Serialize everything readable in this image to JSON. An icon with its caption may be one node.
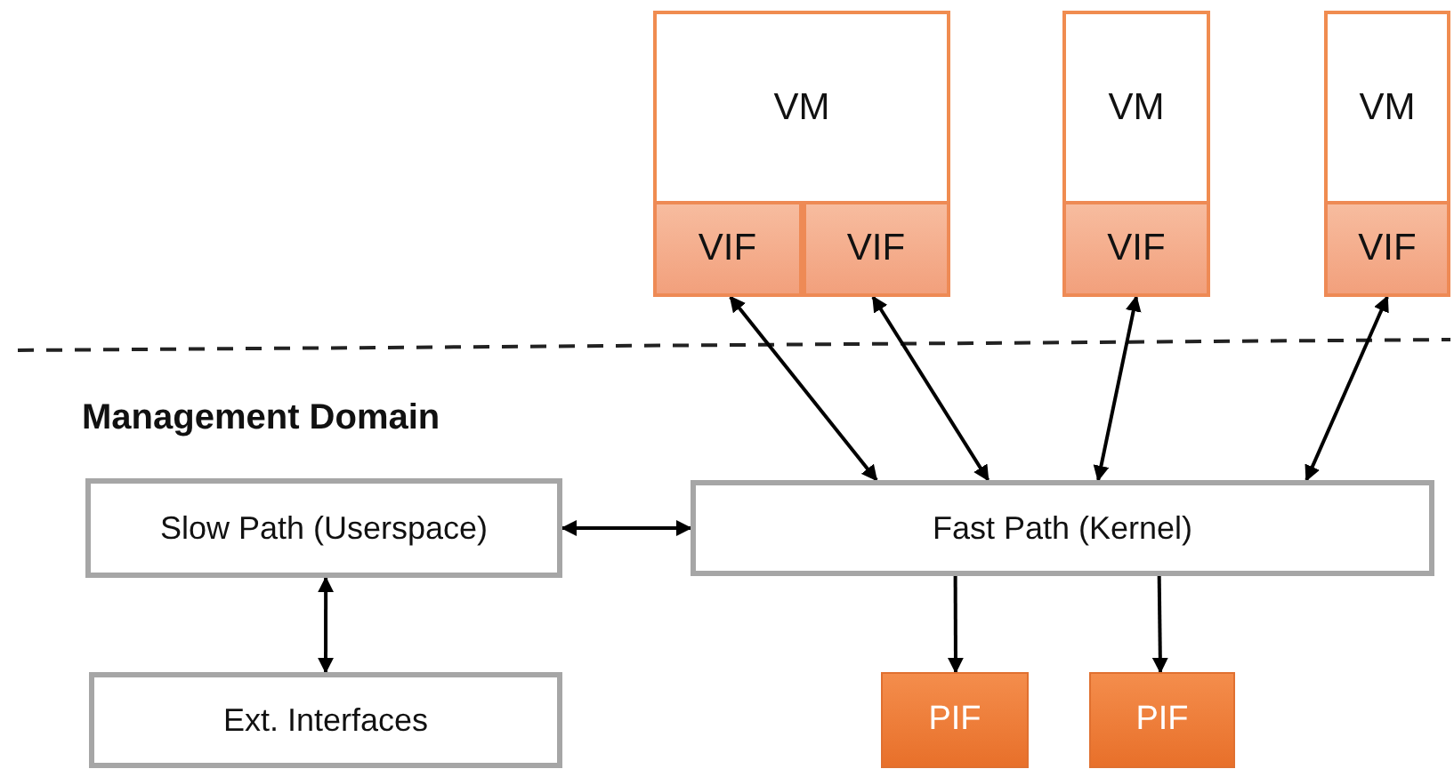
{
  "diagram": {
    "nodes": [
      {
        "text": [
          "VM"
        ]
      },
      {
        "text": [
          "VIF"
        ],
        "in": 0
      },
      {
        "text": [
          "VIF"
        ],
        "in": 0
      },
      {
        "text": [
          "VM"
        ]
      },
      {
        "text": [
          "VIF"
        ],
        "in": 3
      },
      {
        "text": [
          "VM"
        ]
      },
      {
        "text": [
          "VIF"
        ],
        "in": 5
      },
      {
        "text": [
          "Slow Path (Userspace)"
        ]
      },
      {
        "text": [
          "Fast Path (Kernel)"
        ]
      },
      {
        "text": [
          "Ext. Interfaces"
        ]
      },
      {
        "text": [
          "PIF"
        ]
      },
      {
        "text": [
          "PIF"
        ]
      }
    ],
    "edges": [
      {
        "from": 1,
        "to": 8,
        "arrow": "both"
      },
      {
        "from": 2,
        "to": 8,
        "arrow": "both"
      },
      {
        "from": 4,
        "to": 8,
        "arrow": "both"
      },
      {
        "from": 6,
        "to": 8,
        "arrow": "both"
      },
      {
        "from": 7,
        "to": 8,
        "arrow": "both"
      },
      {
        "from": 7,
        "to": 9,
        "arrow": "both"
      },
      {
        "from": 8,
        "to": 10,
        "arrow": "to"
      },
      {
        "from": 8,
        "to": 11,
        "arrow": "to"
      }
    ],
    "labels": [
      "Management Domain"
    ]
  }
}
